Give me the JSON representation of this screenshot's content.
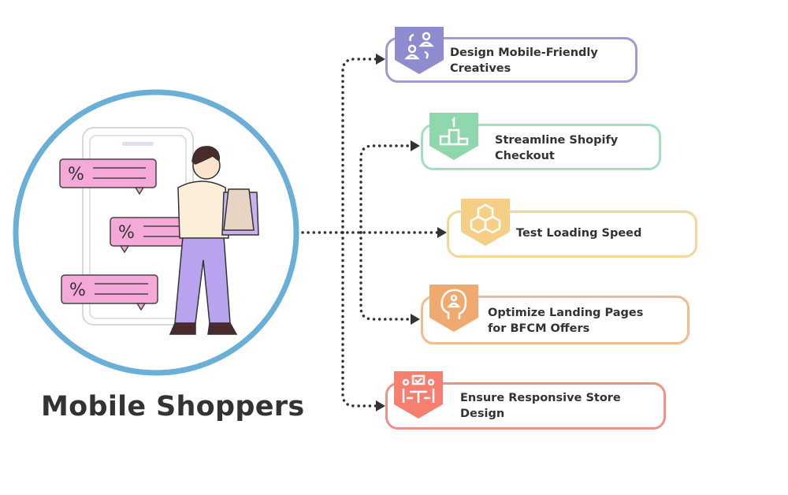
{
  "title": "Mobile Shoppers",
  "steps": [
    {
      "label": "Design Mobile-Friendly Creatives",
      "line1": "Design Mobile-Friendly",
      "line2": "Creatives",
      "icon": "people-exchange-icon",
      "border": "#9d9bd2",
      "badge": "#8e8bcf"
    },
    {
      "label": "Streamline Shopify Checkout",
      "line1": "Streamline Shopify",
      "line2": "Checkout",
      "icon": "podium-icon",
      "border": "#a3dfbd",
      "badge": "#8fd8ad"
    },
    {
      "label": "Test Loading Speed",
      "line1": "Test Loading Speed",
      "line2": "",
      "icon": "boxes-icon",
      "border": "#f3d895",
      "badge": "#f6cf86"
    },
    {
      "label": "Optimize Landing Pages for BFCM Offers",
      "line1": "Optimize Landing Pages",
      "line2": "for BFCM Offers",
      "icon": "head-person-icon",
      "border": "#efbb8f",
      "badge": "#f0a96f"
    },
    {
      "label": "Ensure Responsive Store Design",
      "line1": "Ensure Responsive Store",
      "line2": "Design",
      "icon": "team-meeting-icon",
      "border": "#ee9288",
      "badge": "#f77f70"
    }
  ],
  "illustration": {
    "bubble_symbol": "%",
    "circle_color": "#6aafd8",
    "bubble_color": "#f4a9d9"
  }
}
